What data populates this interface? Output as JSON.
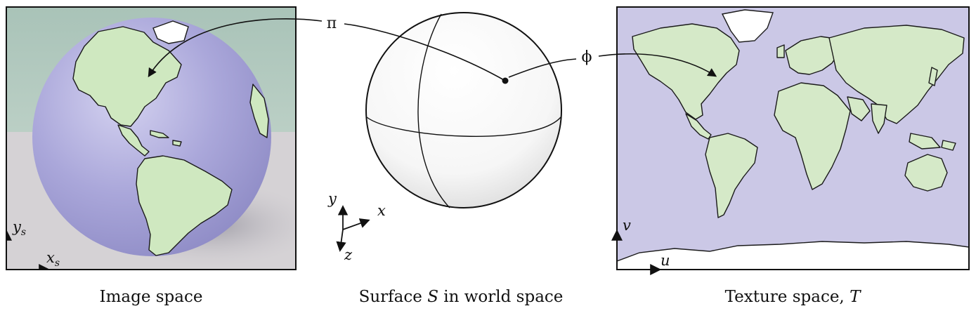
{
  "panels": {
    "image_space": {
      "caption": "Image space",
      "axis_x_base": "x",
      "axis_x_sub": "s",
      "axis_y_base": "y",
      "axis_y_sub": "s"
    },
    "world_space": {
      "caption_prefix": "Surface ",
      "caption_symbol": "S",
      "caption_suffix": " in world space",
      "axis_x": "x",
      "axis_y": "y",
      "axis_z": "z"
    },
    "texture_space": {
      "caption_prefix": "Texture space, ",
      "caption_symbol": "T",
      "axis_u": "u",
      "axis_v": "v"
    }
  },
  "mappings": {
    "pi_label": "π",
    "phi_label": "ϕ"
  },
  "colors": {
    "ocean_texture": "#cbc8e6",
    "land": "#cfe8c0",
    "globe_ocean": "#a9a6d8",
    "background_wall": "#aec7bd",
    "floor": "#d6d3d6"
  }
}
